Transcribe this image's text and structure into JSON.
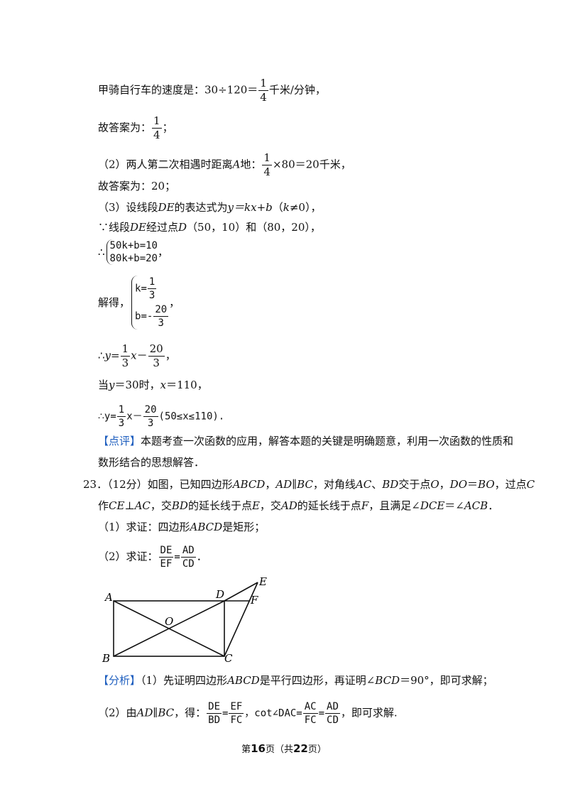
{
  "l1": {
    "pre": "甲骑自行车的速度是：30÷120＝",
    "n": "1",
    "d": "4",
    "post": "千米/分钟，"
  },
  "l2": {
    "pre": "故答案为：",
    "n": "1",
    "d": "4",
    "post": "；"
  },
  "l3": {
    "pre": "（2）两人第二次相遇时距离",
    "a": "A",
    "mid": "地：",
    "n": "1",
    "d": "4",
    "post": "×80＝20千米，"
  },
  "l4": "故答案为：20；",
  "l5": {
    "pre": "（3）设线段",
    "de": "DE",
    "mid": "的表达式为",
    "expr": "y＝kx+b",
    "open": "（",
    "k": "k",
    "ne": "≠0）",
    "post": "，"
  },
  "l6": {
    "pre": "∵线段",
    "de": "DE",
    "mid": "经过点",
    "d": "D",
    "post": "（50，10）和（80，20），"
  },
  "l7": {
    "pre": "∴",
    "e1": "50k+b=10",
    "e2": "80k+b=20",
    "post": "，"
  },
  "l8": {
    "pre": "解得，",
    "k": "k=",
    "kn": "1",
    "kd": "3",
    "b": "b=-",
    "bn": "20",
    "bd": "3",
    "post": "，"
  },
  "l9": {
    "pre": "∴",
    "y": "y",
    "eq": "=",
    "n1": "1",
    "d1": "3",
    "x": "x",
    "minus": "－",
    "n2": "20",
    "d2": "3",
    "post": "，"
  },
  "l10": {
    "pre": "当",
    "y": "y",
    "mid": "＝30时，",
    "x": "x",
    "post": "＝110，"
  },
  "l11": {
    "pre": "∴",
    "y": "y=",
    "n1": "1",
    "d1": "3",
    "x": "x－",
    "n2": "20",
    "d2": "3",
    "post": "(50≤x≤110)."
  },
  "l12": {
    "tag": "【点评】",
    "text": "本题考查一次函数的应用，解答本题的关键是明确题意，利用一次函数的性质和"
  },
  "l13": "数形结合的思想解答．",
  "q23a": {
    "pre": "23．（12分）如图，已知四边形",
    "abcd": "ABCD",
    "c1": "，",
    "ad": "AD",
    "par": "∥",
    "bc": "BC",
    "c2": "，对角线",
    "ac": "AC",
    "c3": "、",
    "bd": "BD",
    "c4": "交于点",
    "o": "O",
    "c5": "，",
    "do": "DO",
    "c6": "＝",
    "bo": "BO",
    "c7": "，过点",
    "c": "C"
  },
  "q23b": {
    "pre": "作",
    "ce": "CE",
    "perp": "⊥",
    "ac": "AC",
    "c1": "，交",
    "bd": "BD",
    "c2": "的延长线于点",
    "e": "E",
    "c3": "，交",
    "ad": "AD",
    "c4": "的延长线于点",
    "f": "F",
    "c5": "，且满足∠",
    "dce": "DCE",
    "c6": "＝∠",
    "acb": "ACB",
    "c7": "．"
  },
  "q23c": {
    "pre": "（1）求证：四边形",
    "abcd": "ABCD",
    "post": "是矩形；"
  },
  "q23d": {
    "pre": "（2）求证：",
    "n1": "DE",
    "d1": "EF",
    "eq": "=",
    "n2": "AD",
    "d2": "CD",
    "post": "．"
  },
  "fig": {
    "A": "A",
    "B": "B",
    "C": "C",
    "D": "D",
    "E": "E",
    "F": "F",
    "O": "O"
  },
  "an1": {
    "tag": "【分析】",
    "pre": "（1）先证明四边形",
    "abcd": "ABCD",
    "mid": "是平行四边形，再证明∠",
    "bcd": "BCD",
    "post": "＝90°，即可求解；"
  },
  "an2": {
    "pre": "（2）由",
    "ad": "AD",
    "par": "∥",
    "bc": "BC",
    "mid": "，得：",
    "n1": "DE",
    "d1": "BD",
    "eq": "=",
    "n2": "EF",
    "d2": "FC",
    "c": "，cot∠DAC=",
    "n3": "AC",
    "d3": "FC",
    "eq2": "=",
    "n4": "AD",
    "d4": "CD",
    "post": "，即可求解."
  },
  "footer": {
    "pre": "第",
    "page": "16",
    "mid": "页（共",
    "total": "22",
    "post": "页）"
  },
  "colors": {
    "accent": "#1f5fbf",
    "text": "#111111"
  }
}
